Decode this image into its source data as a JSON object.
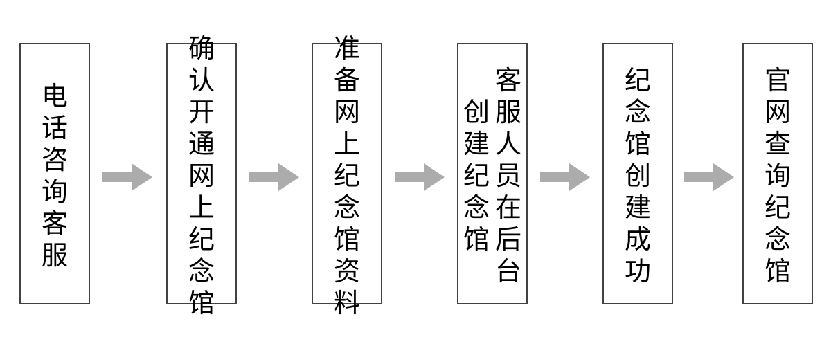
{
  "diagram": {
    "type": "horizontal-process-flow",
    "orientation": "left-to-right",
    "text_direction": "vertical-rl",
    "background_color": "#ffffff",
    "node_border_color": "#424242",
    "node_fill_color": "#ffffff",
    "node_text_color": "#000000",
    "arrow_color": "#acacac",
    "nodes": [
      {
        "id": "node-1",
        "index": 1,
        "text": "电话咨询客服",
        "columns": [
          {
            "chars": [
              "电",
              "话",
              "咨",
              "询",
              "客",
              "服"
            ]
          }
        ]
      },
      {
        "id": "node-2",
        "index": 2,
        "text": "确认开通网上纪念馆",
        "columns": [
          {
            "chars": [
              "确",
              "认",
              "开",
              "通",
              "网",
              "上",
              "纪",
              "念",
              "馆"
            ]
          }
        ]
      },
      {
        "id": "node-3",
        "index": 3,
        "text": "准备网上纪念馆资料",
        "columns": [
          {
            "chars": [
              "准",
              "备",
              "网",
              "上",
              "纪",
              "念",
              "馆",
              "资",
              "料"
            ]
          }
        ]
      },
      {
        "id": "node-4",
        "index": 4,
        "text": "客服人员在后台创建纪念馆",
        "columns": [
          {
            "chars": [
              "客",
              "服",
              "人",
              "员",
              "在",
              "后",
              "台"
            ]
          },
          {
            "chars": [
              "创",
              "建",
              "纪",
              "念",
              "馆"
            ]
          }
        ]
      },
      {
        "id": "node-5",
        "index": 5,
        "text": "纪念馆创建成功",
        "columns": [
          {
            "chars": [
              "纪",
              "念",
              "馆",
              "创",
              "建",
              "成",
              "功"
            ]
          }
        ]
      },
      {
        "id": "node-6",
        "index": 6,
        "text": "官网查询纪念馆",
        "columns": [
          {
            "chars": [
              "官",
              "网",
              "查",
              "询",
              "纪",
              "念",
              "馆"
            ]
          }
        ]
      }
    ],
    "arrows": [
      {
        "id": "arrow-1",
        "from": "node-1",
        "to": "node-2",
        "glyph": "right-arrow"
      },
      {
        "id": "arrow-2",
        "from": "node-2",
        "to": "node-3",
        "glyph": "right-arrow"
      },
      {
        "id": "arrow-3",
        "from": "node-3",
        "to": "node-4",
        "glyph": "right-arrow"
      },
      {
        "id": "arrow-4",
        "from": "node-4",
        "to": "node-5",
        "glyph": "right-arrow"
      },
      {
        "id": "arrow-5",
        "from": "node-5",
        "to": "node-6",
        "glyph": "right-arrow"
      }
    ]
  }
}
